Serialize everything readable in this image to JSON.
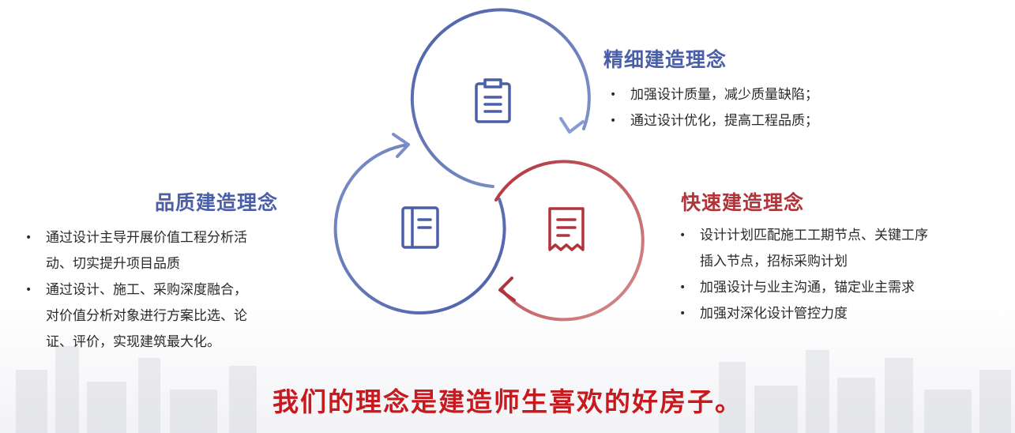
{
  "concepts": {
    "fine": {
      "title": "精细建造理念",
      "items": [
        "加强设计质量，减少质量缺陷；",
        "通过设计优化，提高工程品质；"
      ]
    },
    "quality": {
      "title": "品质建造理念",
      "items": [
        [
          "通过设计主导开展价值工程分析活",
          "动、切实提升项目品质"
        ],
        [
          "通过设计、施工、采购深度融合，",
          "对价值分析对象进行方案比选、论",
          "证、评价，实现建筑最大化。"
        ]
      ]
    },
    "fast": {
      "title": "快速建造理念",
      "items": [
        [
          "设计计划匹配施工工期节点、关键工序",
          "插入节点，招标采购计划"
        ],
        [
          "加强设计与业主沟通，锚定业主需求"
        ],
        [
          "加强对深化设计管控力度"
        ]
      ]
    }
  },
  "icons": {
    "top": "clipboard-icon",
    "left": "notebook-icon",
    "right": "receipt-icon"
  },
  "colors": {
    "blue": "#4a5fa8",
    "red": "#b0353a",
    "slogan": "#c61a1f"
  },
  "slogan": "我们的理念是建造师生喜欢的好房子。"
}
